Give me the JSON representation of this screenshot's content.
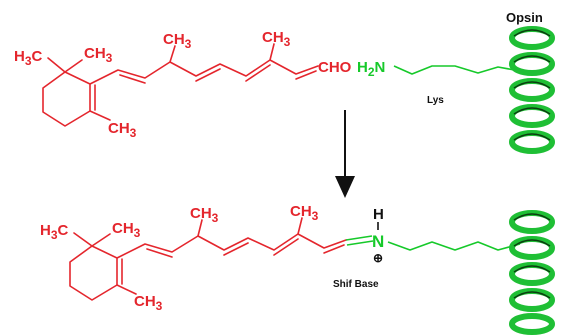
{
  "colors": {
    "retinal": "#e4262d",
    "lysine": "#16c92a",
    "helix_fill": "#1fbf35",
    "helix_outline": "#0b3d10",
    "arrow": "#111111"
  },
  "labels": {
    "opsin": "Opsin",
    "lys": "Lys",
    "schiff_base": "Shif Base",
    "cho": "CHO",
    "h2n_h": "H",
    "h2n_sub": "2",
    "h2n_n": "N",
    "imine_n": "N",
    "imine_h": "H",
    "charge": "⊕",
    "h3c_h": "H",
    "h3c_sub": "3",
    "h3c_c": "C",
    "ch3_ch": "CH",
    "ch3_sub": "3"
  }
}
